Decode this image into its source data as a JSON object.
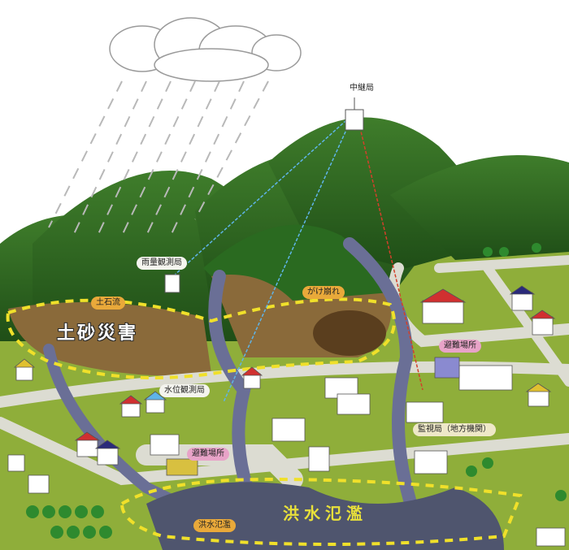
{
  "labels": {
    "relay_station": "中継局",
    "rain_gauge_station": "雨量観測局",
    "debris_flow": "土石流",
    "cliff_collapse": "がけ崩れ",
    "sediment_disaster": "土砂災害",
    "evacuation_site_1": "避難場所",
    "water_level_station": "水位観測局",
    "monitoring_station": "監視局（地方機関）",
    "evacuation_site_2": "避難場所",
    "flood_large": "洪水氾濫",
    "flood_small": "洪水氾濫"
  },
  "colors": {
    "mountain": "#2f6b22",
    "ground": "#8fae3a",
    "road": "#dcdcd2",
    "river": "#6a6f96",
    "hazard_outline": "#f0e02a",
    "radio_blue": "#5fb4e8",
    "radio_red": "#d2402a"
  }
}
